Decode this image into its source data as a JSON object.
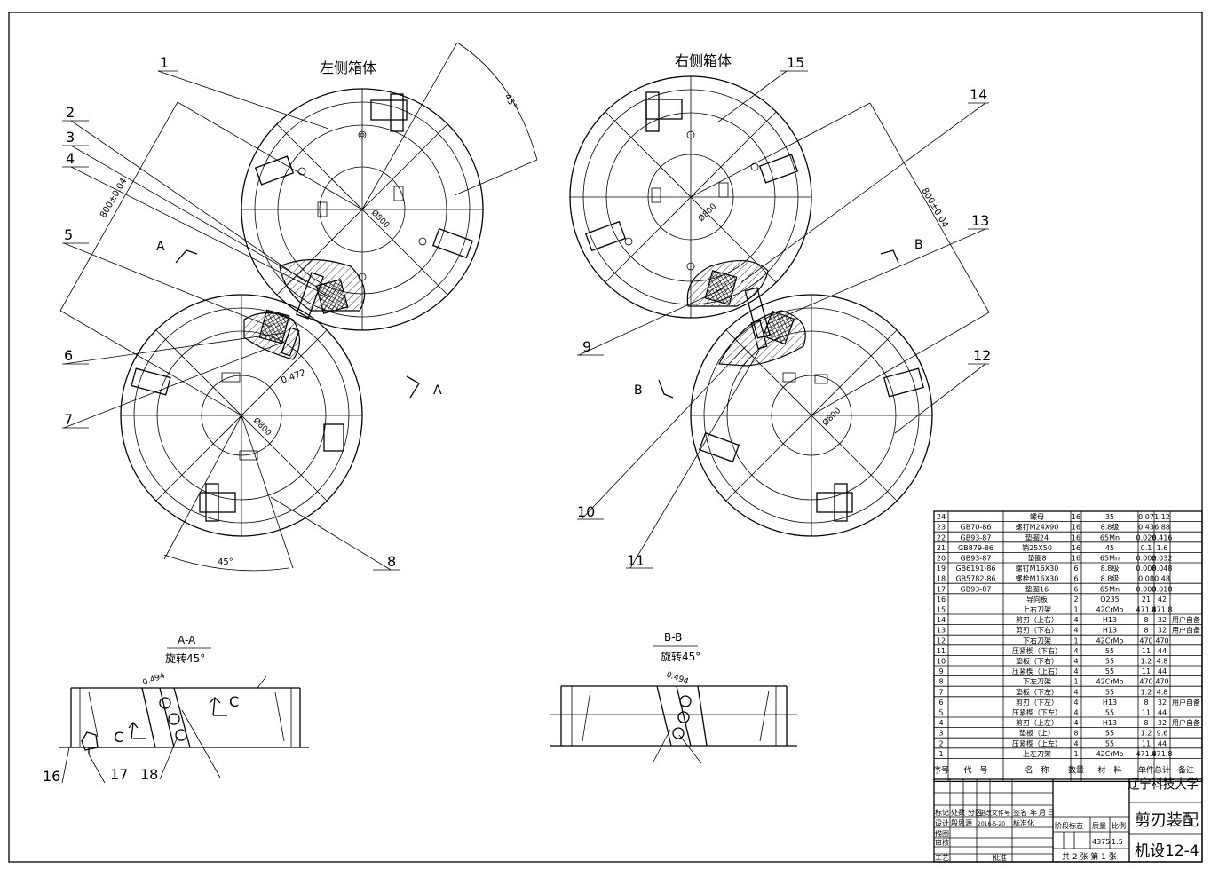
{
  "views": {
    "left_title": "左侧箱体",
    "right_title": "右侧箱体",
    "dim_800": "800±0.04",
    "angle_45": "45°",
    "dim_small_left": "0.472",
    "diameter_label": "Ø800",
    "section_a_mark": "A",
    "section_b_mark": "B",
    "section_c_mark": "C",
    "callouts": [
      "1",
      "2",
      "3",
      "4",
      "5",
      "6",
      "7",
      "8",
      "9",
      "10",
      "11",
      "12",
      "13",
      "14",
      "15",
      "16",
      "17",
      "18"
    ]
  },
  "sections": {
    "aa_title": "A-A",
    "aa_sub": "旋转45°",
    "aa_dim": "0.494",
    "bb_title": "B-B",
    "bb_sub": "旋转45°",
    "bb_dim": "0.494",
    "c_label": "C"
  },
  "bom": {
    "rows": [
      {
        "no": "24",
        "code": "",
        "name": "螺母",
        "qty": "16",
        "mat": "35",
        "w1": "0.07",
        "w2": "1.12",
        "note": ""
      },
      {
        "no": "23",
        "code": "GB70-86",
        "name": "螺钉M24X90",
        "qty": "16",
        "mat": "8.8级",
        "w1": "0.43",
        "w2": "6.88",
        "note": ""
      },
      {
        "no": "22",
        "code": "GB93-87",
        "name": "垫圈24",
        "qty": "16",
        "mat": "65Mn",
        "w1": "0.026",
        "w2": "0.416",
        "note": ""
      },
      {
        "no": "21",
        "code": "GB879-86",
        "name": "销25X50",
        "qty": "16",
        "mat": "45",
        "w1": "0.1",
        "w2": "1.6",
        "note": ""
      },
      {
        "no": "20",
        "code": "GB93-87",
        "name": "垫圈8",
        "qty": "16",
        "mat": "65Mn",
        "w1": "0.002",
        "w2": "0.032",
        "note": ""
      },
      {
        "no": "19",
        "code": "GB6191-86",
        "name": "螺钉M16X30",
        "qty": "6",
        "mat": "8.8级",
        "w1": "0.008",
        "w2": "0.048",
        "note": ""
      },
      {
        "no": "18",
        "code": "GB5782-86",
        "name": "螺栓M16X30",
        "qty": "6",
        "mat": "8.8级",
        "w1": "0.08",
        "w2": "0.48",
        "note": ""
      },
      {
        "no": "17",
        "code": "GB93-87",
        "name": "垫圈16",
        "qty": "6",
        "mat": "65Mn",
        "w1": "0.003",
        "w2": "0.018",
        "note": ""
      },
      {
        "no": "16",
        "code": "",
        "name": "导向板",
        "qty": "2",
        "mat": "Q235",
        "w1": "21",
        "w2": "42",
        "note": ""
      },
      {
        "no": "15",
        "code": "",
        "name": "上右刀架",
        "qty": "1",
        "mat": "42CrMo",
        "w1": "471.8",
        "w2": "471.8",
        "note": ""
      },
      {
        "no": "14",
        "code": "",
        "name": "剪刃（上右）",
        "qty": "4",
        "mat": "H13",
        "w1": "8",
        "w2": "32",
        "note": "用户自备"
      },
      {
        "no": "13",
        "code": "",
        "name": "剪刃（下右）",
        "qty": "4",
        "mat": "H13",
        "w1": "8",
        "w2": "32",
        "note": "用户自备"
      },
      {
        "no": "12",
        "code": "",
        "name": "下右刀架",
        "qty": "1",
        "mat": "42CrMo",
        "w1": "470",
        "w2": "470",
        "note": ""
      },
      {
        "no": "11",
        "code": "",
        "name": "压紧楔（下右）",
        "qty": "4",
        "mat": "55",
        "w1": "11",
        "w2": "44",
        "note": ""
      },
      {
        "no": "10",
        "code": "",
        "name": "垫板（下右）",
        "qty": "4",
        "mat": "55",
        "w1": "1.2",
        "w2": "4.8",
        "note": ""
      },
      {
        "no": "9",
        "code": "",
        "name": "压紧楔（上右）",
        "qty": "4",
        "mat": "55",
        "w1": "11",
        "w2": "44",
        "note": ""
      },
      {
        "no": "8",
        "code": "",
        "name": "下左刀架",
        "qty": "1",
        "mat": "42CrMo",
        "w1": "470",
        "w2": "470",
        "note": ""
      },
      {
        "no": "7",
        "code": "",
        "name": "垫板（下左）",
        "qty": "4",
        "mat": "55",
        "w1": "1.2",
        "w2": "4.8",
        "note": ""
      },
      {
        "no": "6",
        "code": "",
        "name": "剪刃（下左）",
        "qty": "4",
        "mat": "H13",
        "w1": "8",
        "w2": "32",
        "note": "用户自备"
      },
      {
        "no": "5",
        "code": "",
        "name": "压紧楔（下左）",
        "qty": "4",
        "mat": "55",
        "w1": "11",
        "w2": "44",
        "note": ""
      },
      {
        "no": "4",
        "code": "",
        "name": "剪刃（上左）",
        "qty": "4",
        "mat": "H13",
        "w1": "8",
        "w2": "32",
        "note": "用户自备"
      },
      {
        "no": "3",
        "code": "",
        "name": "垫板（上）",
        "qty": "8",
        "mat": "55",
        "w1": "1.2",
        "w2": "9.6",
        "note": ""
      },
      {
        "no": "2",
        "code": "",
        "name": "压紧楔（上左）",
        "qty": "4",
        "mat": "55",
        "w1": "11",
        "w2": "44",
        "note": ""
      },
      {
        "no": "1",
        "code": "",
        "name": "上左刀架",
        "qty": "1",
        "mat": "42CrMo",
        "w1": "471.8",
        "w2": "471.8",
        "note": ""
      }
    ],
    "header": {
      "no": "序号",
      "code": "代　号",
      "name": "名　称",
      "qty": "数量",
      "mat": "材　料",
      "w": "单件总计",
      "note": "备注"
    }
  },
  "title_block": {
    "school": "辽宁科技大学",
    "drawing_name": "剪刃装配",
    "drawing_no": "机设12-4",
    "row_labels": [
      "标记",
      "处数",
      "分区",
      "更改文件号",
      "签名",
      "年",
      "月",
      "日"
    ],
    "design": "设计",
    "designer": "殷思源",
    "date": "2016-5-20",
    "std": "标准化",
    "draw": "描图",
    "check": "审核",
    "process": "工艺",
    "approve": "批准",
    "stage": "阶段标志",
    "mass": "质量",
    "mass_val": "4375",
    "scale": "比例",
    "scale_val": "1:5",
    "sheets": "共 2 张  第 1 张"
  }
}
